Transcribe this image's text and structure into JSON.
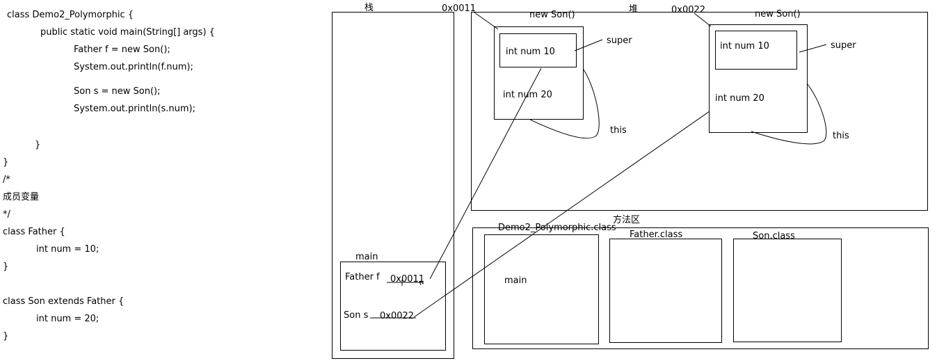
{
  "code": {
    "line1": "class Demo2_Polymorphic {",
    "line2": "public static void main(String[] args) {",
    "line3": "Father f = new Son();",
    "line4": "System.out.println(f.num);",
    "line5": "Son s = new Son();",
    "line6": "System.out.println(s.num);",
    "line7": "}",
    "line8": "}",
    "line9": "/*",
    "line10": "成员变量",
    "line11": "*/",
    "line12": "class Father {",
    "line13": "int num = 10;",
    "line14": "}",
    "line15": "class Son extends Father {",
    "line16": "int num = 20;",
    "line17": "}"
  },
  "stack": {
    "title": "栈",
    "frame_label": "main",
    "var_f": "Father f",
    "var_f_value": "0x0011",
    "var_s": "Son s",
    "var_s_value": "0x0022"
  },
  "heap": {
    "title": "堆",
    "obj1": {
      "address": "0x0011",
      "label": "new Son()",
      "super_field": "int num 10",
      "this_field": "int num 20",
      "super_label": "super",
      "this_label": "this"
    },
    "obj2": {
      "address": "0x0022",
      "label": "new Son()",
      "super_field": "int num 10",
      "this_field": "int num 20",
      "super_label": "super",
      "this_label": "this"
    }
  },
  "method_area": {
    "title": "方法区",
    "class1": "Demo2_Polymorphic.class",
    "class1_method": "main",
    "class2": "Father.class",
    "class3": "Son.class"
  }
}
